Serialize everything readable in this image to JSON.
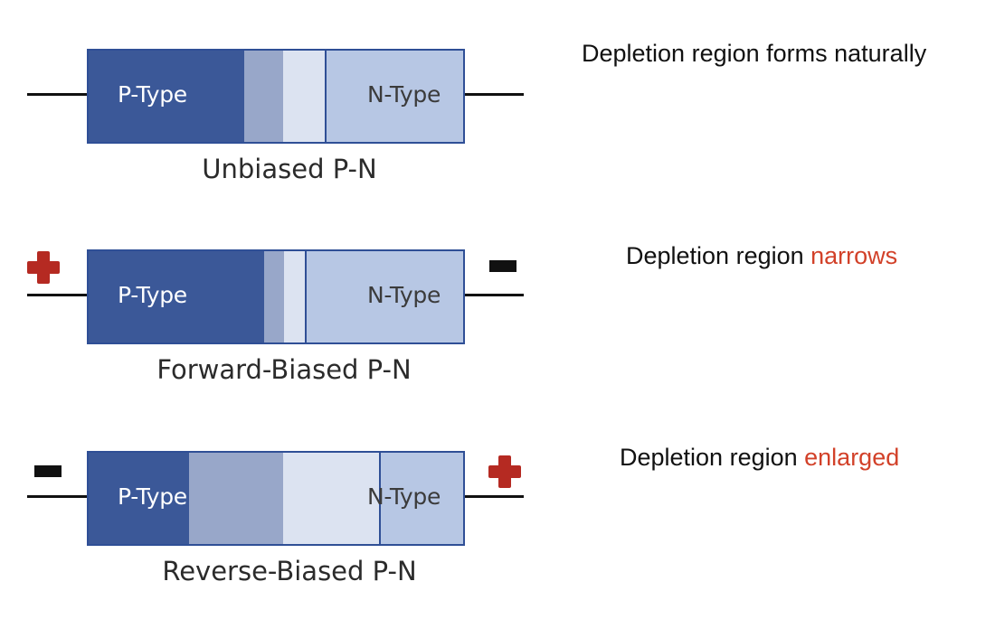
{
  "diagrams": [
    {
      "caption": "Unbiased P-N",
      "p_label": "P-Type",
      "n_label": "N-Type",
      "left_terminal": "none",
      "right_terminal": "none",
      "description": "Depletion region forms naturally",
      "description_highlight": ""
    },
    {
      "caption": "Forward-Biased P-N",
      "p_label": "P-Type",
      "n_label": "N-Type",
      "left_terminal": "plus-icon",
      "right_terminal": "minus-icon",
      "description": "Depletion region ",
      "description_highlight": "narrows"
    },
    {
      "caption": "Reverse-Biased P-N",
      "p_label": "P-Type",
      "n_label": "N-Type",
      "left_terminal": "minus-icon",
      "right_terminal": "plus-icon",
      "description": "Depletion region ",
      "description_highlight": "enlarged"
    }
  ],
  "colors": {
    "p_type": "#3b5898",
    "depletion_p_side": "#98a7c9",
    "depletion_n_side": "#dce3f1",
    "n_type": "#b7c7e4",
    "plus_sign": "#b52a22",
    "highlight_text": "#d24129"
  }
}
